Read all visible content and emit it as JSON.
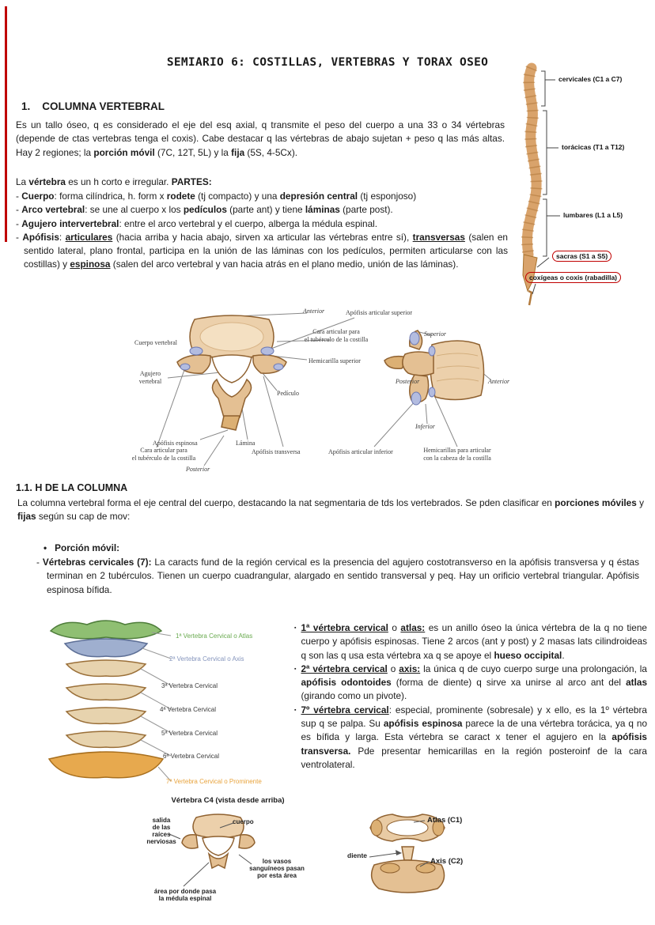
{
  "colors": {
    "accent_red": "#c00000",
    "bone_tan": "#d9a36b",
    "atlas_green": "#69aa4f",
    "axis_blue": "#8494bc",
    "c7_orange": "#e8a33c",
    "label_black": "#3a3a3a"
  },
  "title": "SEMIARIO 6: COSTILLAS, VERTEBRAS Y TORAX OSEO",
  "s1": {
    "heading": "1.    COLUMNA VERTEBRAL",
    "p1": [
      {
        "t": "Es un tallo óseo, q es considerado el eje del esq axial, q transmite el peso del cuerpo a una 33 o 34 vértebras (depende de ctas vertebras tenga el coxis). Cabe destacar q las vértebras de abajo sujetan + peso q las más altas. Hay 2 regiones; la "
      },
      {
        "t": "porción móvil",
        "b": true
      },
      {
        "t": " (7C, 12T, 5L) y la "
      },
      {
        "t": "fija",
        "b": true
      },
      {
        "t": " (5S, 4-5Cx)."
      }
    ],
    "p2": [
      {
        "t": "La "
      },
      {
        "t": "vértebra",
        "b": true
      },
      {
        "t": " es un h corto e irregular. "
      },
      {
        "t": "PARTES:",
        "b": true
      }
    ],
    "items": [
      [
        {
          "t": "- "
        },
        {
          "t": "Cuerpo",
          "b": true
        },
        {
          "t": ": forma cilíndrica, h. form x "
        },
        {
          "t": "rodete",
          "b": true
        },
        {
          "t": " (tj compacto) y una "
        },
        {
          "t": "depresión central",
          "b": true
        },
        {
          "t": " (tj esponjoso)"
        }
      ],
      [
        {
          "t": "- "
        },
        {
          "t": "Arco vertebral",
          "b": true
        },
        {
          "t": ": se une al cuerpo x los "
        },
        {
          "t": "pedículos",
          "b": true
        },
        {
          "t": " (parte ant) y tiene "
        },
        {
          "t": "láminas",
          "b": true
        },
        {
          "t": " (parte post)."
        }
      ],
      [
        {
          "t": "- "
        },
        {
          "t": "Agujero intervertebral",
          "b": true
        },
        {
          "t": ": entre el arco vertebral y el cuerpo, alberga la médula espinal."
        }
      ],
      [
        {
          "t": "- "
        },
        {
          "t": "Apófisis",
          "b": true
        },
        {
          "t": ": "
        },
        {
          "t": "articulares",
          "b": true,
          "u": true
        },
        {
          "t": " (hacia arriba y hacia abajo, sirven xa articular las vértebras entre sí), "
        },
        {
          "t": "transversas",
          "b": true,
          "u": true
        },
        {
          "t": " (salen en sentido lateral, plano frontal, participa en la unión de las láminas con los pedículos, permiten articularse con las costillas) y "
        },
        {
          "t": "espinosa",
          "b": true,
          "u": true
        },
        {
          "t": " (salen del arco vertebral y van hacia atrás en el plano medio, unión de las láminas)."
        }
      ]
    ]
  },
  "spine_fig": {
    "labels": [
      "cervicales (C1 a C7)",
      "torácicas (T1 a T12)",
      "lumbares (L1 a L5)",
      "sacras (S1 a S5)",
      "coxígeas o coxis (rabadilla)"
    ]
  },
  "vertebra_fig": {
    "anterior_top": "Anterior",
    "ap_art_sup": "Apófisis articular superior",
    "cara_art_sup": "Cara articular para\nel tubérculo de la costilla",
    "superior": "Superior",
    "cuerpo": "Cuerpo vertebral",
    "hemicarilla_sup": "Hemicarilla superior",
    "agujero": "Agujero\nvertebral",
    "pediculo": "Pedículo",
    "posterior_mid": "Posterior",
    "anterior_right": "Anterior",
    "inferior": "Inferior",
    "ap_espinosa": "Apófisis espinosa",
    "lamina": "Lámina",
    "cara_art_inf": "Cara articular para\nel tubérculo de la costilla",
    "ap_transversa": "Apófisis transversa",
    "ap_art_inf": "Apófisis articular inferior",
    "hemicarillas_inf": "Hemicarillas para articular\ncon la cabeza de la costilla",
    "posterior_bottom": "Posterior"
  },
  "s11": {
    "heading": "1.1. H DE LA COLUMNA",
    "p1": [
      {
        "t": "La columna vertebral forma el eje central del cuerpo, destacando la nat segmentaria de tds los vertebrados. Se pden clasificar en "
      },
      {
        "t": "porciones móviles",
        "b": true
      },
      {
        "t": " y "
      },
      {
        "t": "fijas",
        "b": true
      },
      {
        "t": " según su cap de mov:"
      }
    ]
  },
  "mobile": {
    "bullet": "•",
    "heading": "Porción móvil:",
    "cervical_item": [
      {
        "t": "- "
      },
      {
        "t": "Vértebras cervicales (7):",
        "b": true
      },
      {
        "t": " La caracts fund de la región cervical es la presencia del agujero costotransverso en la apófisis transversa y q éstas terminan en 2 tubérculos. Tienen un cuerpo cuadrangular, alargado en sentido transversal y peq. Hay un orificio vertebral triangular. Apófisis espinosa bífida."
      }
    ],
    "sub_bullet": "▪",
    "points": [
      [
        {
          "t": "1ª vértebra cervical",
          "b": true,
          "u": true
        },
        {
          "t": " o "
        },
        {
          "t": "atlas:",
          "b": true,
          "u": true
        },
        {
          "t": " es un anillo óseo la única vértebra de la q no tiene cuerpo y apófisis espinosas. Tiene 2 arcos (ant y post) y 2 masas lats cilindroideas q son las q usa esta vértebra xa q se apoye el "
        },
        {
          "t": "hueso occipital",
          "b": true
        },
        {
          "t": "."
        }
      ],
      [
        {
          "t": "2ª vértebra cervical",
          "b": true,
          "u": true
        },
        {
          "t": " o "
        },
        {
          "t": "axis:",
          "b": true,
          "u": true
        },
        {
          "t": " la única q de cuyo cuerpo surge una prolongación, la "
        },
        {
          "t": "apófisis odontoides",
          "b": true
        },
        {
          "t": " (forma de diente) q sirve xa unirse al arco ant del "
        },
        {
          "t": "atlas",
          "b": true
        },
        {
          "t": " (girando como un pivote)."
        }
      ],
      [
        {
          "t": "7º vértebra cervical",
          "b": true,
          "u": true
        },
        {
          "t": ": especial, prominente (sobresale) y x ello, es la 1º vértebra sup q se palpa. Su "
        },
        {
          "t": "apófisis espinosa",
          "b": true
        },
        {
          "t": " parece la de una vértebra torácica, ya q no es bífida y larga. Esta vértebra se caract x tener el agujero en la "
        },
        {
          "t": "apófisis transversa.",
          "b": true
        },
        {
          "t": " Pde presentar hemicarillas en la región posteroinf de la cara ventrolateral."
        }
      ]
    ]
  },
  "cervical_fig": {
    "labels": [
      {
        "text": "1ª Vertebra Cervical o Atlas",
        "color": "#69aa4f"
      },
      {
        "text": "2ª Vertebra Cervical o Axis",
        "color": "#8494bc"
      },
      {
        "text": "3ª Vertebra Cervical",
        "color": "#3a3a3a"
      },
      {
        "text": "4ª Vertebra Cervical",
        "color": "#3a3a3a"
      },
      {
        "text": "5ª Vertebra Cervical",
        "color": "#3a3a3a"
      },
      {
        "text": "6ª Vertebra Cervical",
        "color": "#3a3a3a"
      },
      {
        "text": "7ª Vertebra Cervical o Prominente",
        "color": "#e8a33c"
      }
    ]
  },
  "c4_fig": {
    "title": "Vértebra C4 (vista desde arriba)",
    "labels": {
      "salida": "salida\nde las\nraíces\nnerviosas",
      "cuerpo": "cuerpo",
      "vasos": "los vasos\nsanguíneos pasan\npor esta área",
      "area": "área por donde pasa\nla médula espinal"
    }
  },
  "atlas_axis_fig": {
    "atlas": "Atlas (C1)",
    "diente": "diente",
    "axis": "Axis (C2)"
  }
}
